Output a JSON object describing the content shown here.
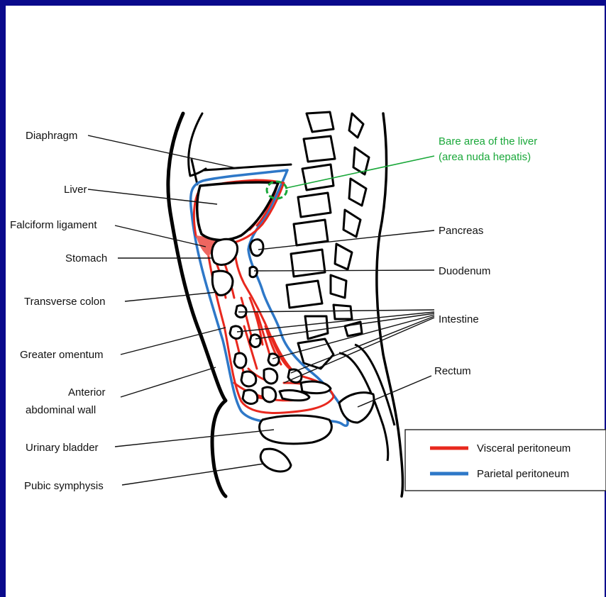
{
  "labels": {
    "diaphragm": "Diaphragm",
    "liver": "Liver",
    "falciform": "Falciform ligament",
    "stomach": "Stomach",
    "transverse_colon": "Transverse colon",
    "greater_omentum": "Greater omentum",
    "anterior_wall_1": "Anterior",
    "anterior_wall_2": "abdominal wall",
    "urinary_bladder": "Urinary bladder",
    "pubic_symphysis": "Pubic symphysis",
    "bare_area_1": "Bare area of the liver",
    "bare_area_2": "(area nuda hepatis)",
    "pancreas": "Pancreas",
    "duodenum": "Duodenum",
    "intestine": "Intestine",
    "rectum": "Rectum"
  },
  "legend": {
    "visceral": "Visceral peritoneum",
    "parietal": "Parietal peritoneum"
  },
  "colors": {
    "frame": "#0a0a8c",
    "visceral": "#e8281e",
    "parietal": "#2e78c8",
    "bare_area": "#1aa83a"
  }
}
